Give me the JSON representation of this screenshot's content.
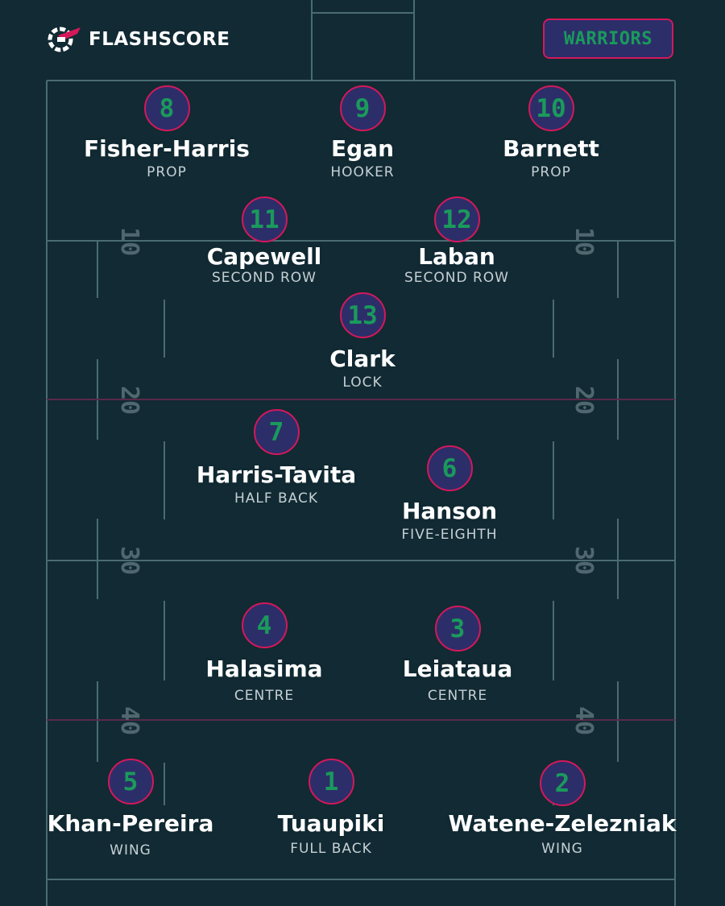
{
  "brand": {
    "name": "FLASHSCORE",
    "logo_icon": "flashscore-logo-icon"
  },
  "team": {
    "name": "WARRIORS"
  },
  "colors": {
    "background": "#112a33",
    "field_lines": "#4a6b72",
    "accent_red": "#d4185a",
    "number_fill": "#2c2e6a",
    "number_text": "#1a9a5b",
    "yard_text": "#50676f"
  },
  "yard_markers": [
    "10",
    "20",
    "30",
    "40"
  ],
  "players": [
    {
      "number": "8",
      "name": "Fisher-Harris",
      "position": "PROP"
    },
    {
      "number": "9",
      "name": "Egan",
      "position": "HOOKER"
    },
    {
      "number": "10",
      "name": "Barnett",
      "position": "PROP"
    },
    {
      "number": "11",
      "name": "Capewell",
      "position": "SECOND ROW"
    },
    {
      "number": "12",
      "name": "Laban",
      "position": "SECOND ROW"
    },
    {
      "number": "13",
      "name": "Clark",
      "position": "LOCK"
    },
    {
      "number": "7",
      "name": "Harris-Tavita",
      "position": "HALF BACK"
    },
    {
      "number": "6",
      "name": "Hanson",
      "position": "FIVE-EIGHTH"
    },
    {
      "number": "4",
      "name": "Halasima",
      "position": "CENTRE"
    },
    {
      "number": "3",
      "name": "Leiataua",
      "position": "CENTRE"
    },
    {
      "number": "5",
      "name": "Khan-Pereira",
      "position": "WING"
    },
    {
      "number": "1",
      "name": "Tuaupiki",
      "position": "FULL BACK"
    },
    {
      "number": "2",
      "name": "Watene-Zelezniak",
      "position": "WING"
    }
  ]
}
